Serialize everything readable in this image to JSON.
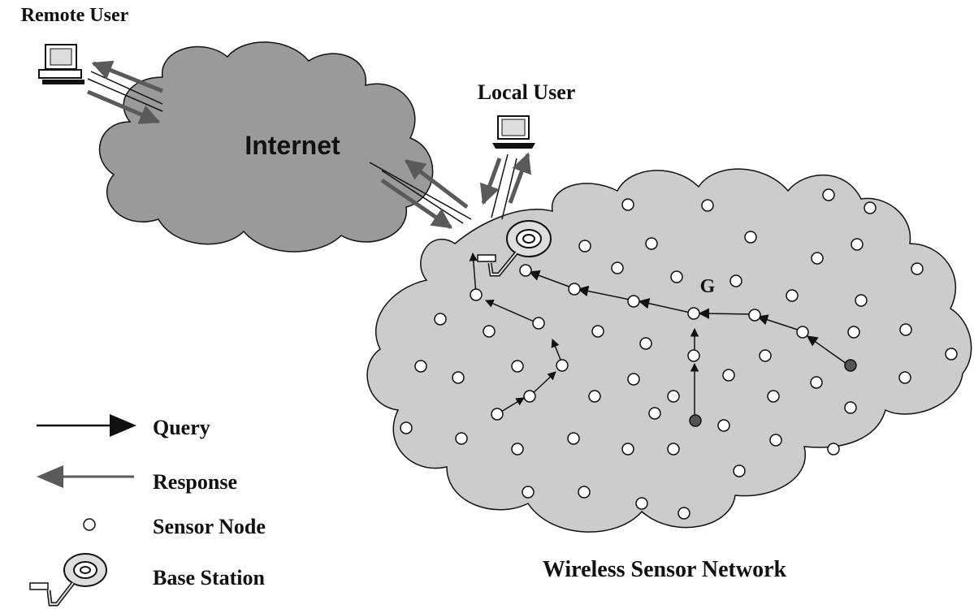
{
  "labels": {
    "remote_user": "Remote User",
    "local_user": "Local User",
    "internet": "Internet",
    "network": "Wireless Sensor Network",
    "gateway_node": "G"
  },
  "legend": {
    "query": "Query",
    "response": "Response",
    "sensor_node": "Sensor Node",
    "base_station": "Base Station"
  },
  "colors": {
    "internet_cloud": "#9a9a9a",
    "network_cloud": "#cccccc",
    "query_arrow": "#111111",
    "response_arrow": "#5a5a5a",
    "source_node": "#555555",
    "sensor_node": "#ffffff"
  },
  "icons": {
    "computer": "desktop-computer-icon",
    "laptop": "laptop-icon",
    "base_station": "satellite-dish-icon",
    "sensor_node": "sensor-node-icon",
    "source_node": "source-node-icon"
  }
}
